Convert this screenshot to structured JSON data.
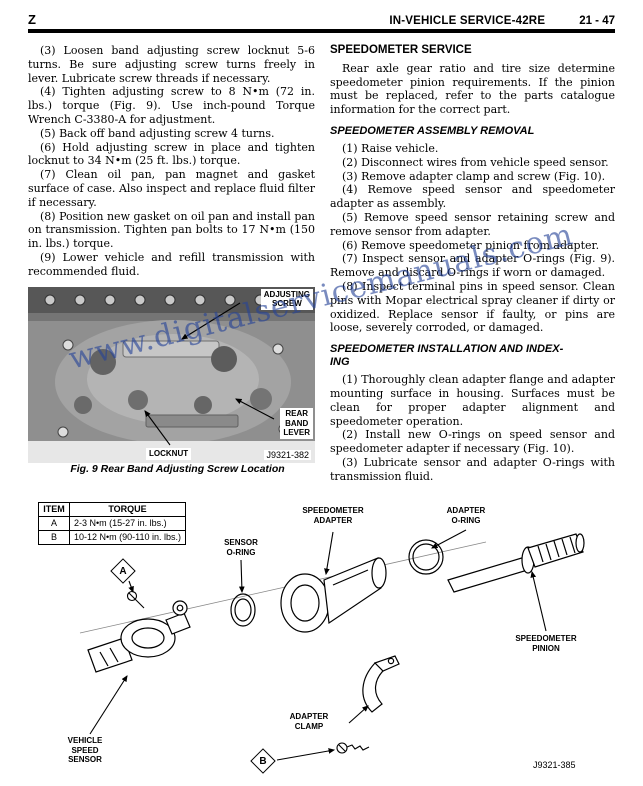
{
  "header": {
    "section_letter": "Z",
    "title": "IN-VEHICLE SERVICE-42RE",
    "page_number": "21 - 47"
  },
  "left": {
    "steps": [
      "(3) Loosen band adjusting screw locknut 5-6 turns. Be sure adjusting screw turns freely in lever. Lubricate screw threads if necessary.",
      "(4) Tighten adjusting screw to 8 N•m (72 in. lbs.) torque (Fig. 9). Use inch-pound Torque Wrench C-3380-A for adjustment.",
      "(5) Back off band adjusting screw 4 turns.",
      "(6) Hold adjusting screw in place and tighten locknut to 34 N•m (25 ft. lbs.) torque.",
      "(7) Clean oil pan, pan magnet and gasket surface of case. Also inspect and replace fluid filter if necessary.",
      "(8) Position new gasket on oil pan and install pan on transmission. Tighten pan bolts to 17 N•m (150 in. lbs.) torque.",
      "(9) Lower vehicle and refill transmission with recommended fluid."
    ],
    "figure9": {
      "label_adjusting_screw": "ADJUSTING\nSCREW",
      "label_rear_band_lever": "REAR\nBAND\nLEVER",
      "label_locknut": "LOCKNUT",
      "figure_id": "J9321-382",
      "caption": "Fig. 9 Rear Band Adjusting Screw Location"
    }
  },
  "right": {
    "service_heading": "SPEEDOMETER SERVICE",
    "service_body": "Rear axle gear ratio and tire size determine speedometer pinion requirements. If the pinion must be replaced, refer to the parts catalogue information for the correct part.",
    "removal_heading": "SPEEDOMETER ASSEMBLY REMOVAL",
    "removal_steps": [
      "(1) Raise vehicle.",
      "(2) Disconnect wires from vehicle speed sensor.",
      "(3) Remove adapter clamp and screw (Fig. 10).",
      "(4) Remove speed sensor and speedometer adapter as assembly.",
      "(5) Remove speed sensor retaining screw and remove sensor from adapter.",
      "(6) Remove speedometer pinion from adapter.",
      "(7) Inspect sensor and adapter O-rings (Fig. 9). Remove and discard O-rings if worn or damaged.",
      "(8) Inspect terminal pins in speed sensor. Clean pins with Mopar electrical spray cleaner if dirty or oxidized. Replace sensor if faulty, or pins are loose, severely corroded, or damaged."
    ],
    "install_heading_line1": "SPEEDOMETER INSTALLATION AND INDEX-",
    "install_heading_line2": "ING",
    "install_steps": [
      "(1) Thoroughly clean adapter flange and adapter mounting surface in housing. Surfaces must be clean for proper adapter alignment and speedometer operation.",
      "(2) Install new O-rings on speed sensor and speedometer adapter if necessary (Fig. 10).",
      "(3) Lubricate sensor and adapter O-rings with transmission fluid."
    ]
  },
  "watermark": "www.digitalservicemanuals.com",
  "figure10": {
    "torque_table": {
      "headers": [
        "ITEM",
        "TORQUE"
      ],
      "rows": [
        {
          "item": "A",
          "torque": "2-3 N•m  (15-27 in. lbs.)"
        },
        {
          "item": "B",
          "torque": "10-12 N•m  (90-110 in. lbs.)"
        }
      ]
    },
    "labels": {
      "speedometer_adapter": "SPEEDOMETER\nADAPTER",
      "adapter_o_ring": "ADAPTER\nO-RING",
      "sensor_o_ring": "SENSOR\nO-RING",
      "speedometer_pinion": "SPEEDOMETER\nPINION",
      "adapter_clamp": "ADAPTER\nCLAMP",
      "vehicle_speed_sensor": "VEHICLE\nSPEED\nSENSOR"
    },
    "callout_a": "A",
    "callout_b": "B",
    "figure_id": "J9321-385"
  }
}
